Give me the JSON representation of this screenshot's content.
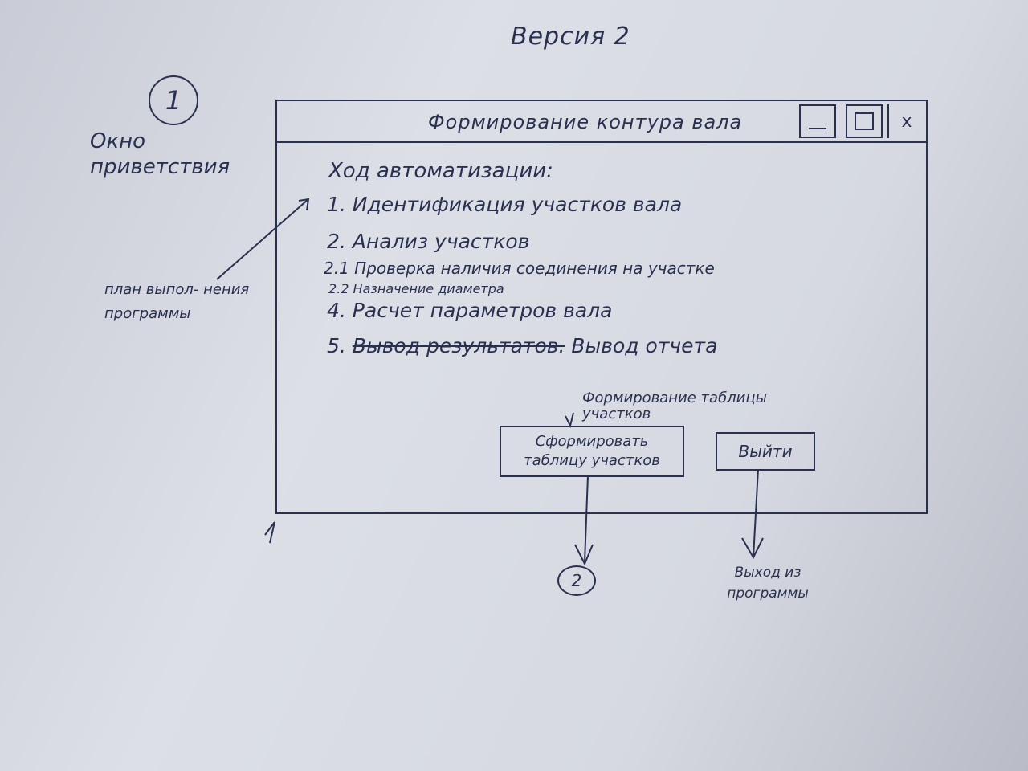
{
  "sketch": {
    "version_title": "Версия 2",
    "screen_number": "1",
    "screen_name": "Окно приветствия",
    "plan_annotation": "план выпол- нения программы"
  },
  "window": {
    "title": "Формирование контура вала",
    "controls": {
      "minimize": "minimize-icon",
      "maximize": "maximize-icon",
      "close_label": "x"
    }
  },
  "content": {
    "heading": "Ход автоматизации:",
    "steps": [
      "1. Идентификация участков вала",
      "2. Анализ участков",
      "2.1 Проверка наличия соединения на участке",
      "2.2 Назначение диаметра",
      "4. Расчет параметров вала"
    ],
    "step5": {
      "number": "5.",
      "struck": "Вывод результатов.",
      "text": "Вывод отчета"
    }
  },
  "buttons": {
    "form_table_note": "Формирование таблицы участков",
    "form_table": "Сформировать таблицу участков",
    "exit": "Выйти"
  },
  "navigation": {
    "target_screen": "2",
    "exit_annotation": "Выход из программы"
  }
}
